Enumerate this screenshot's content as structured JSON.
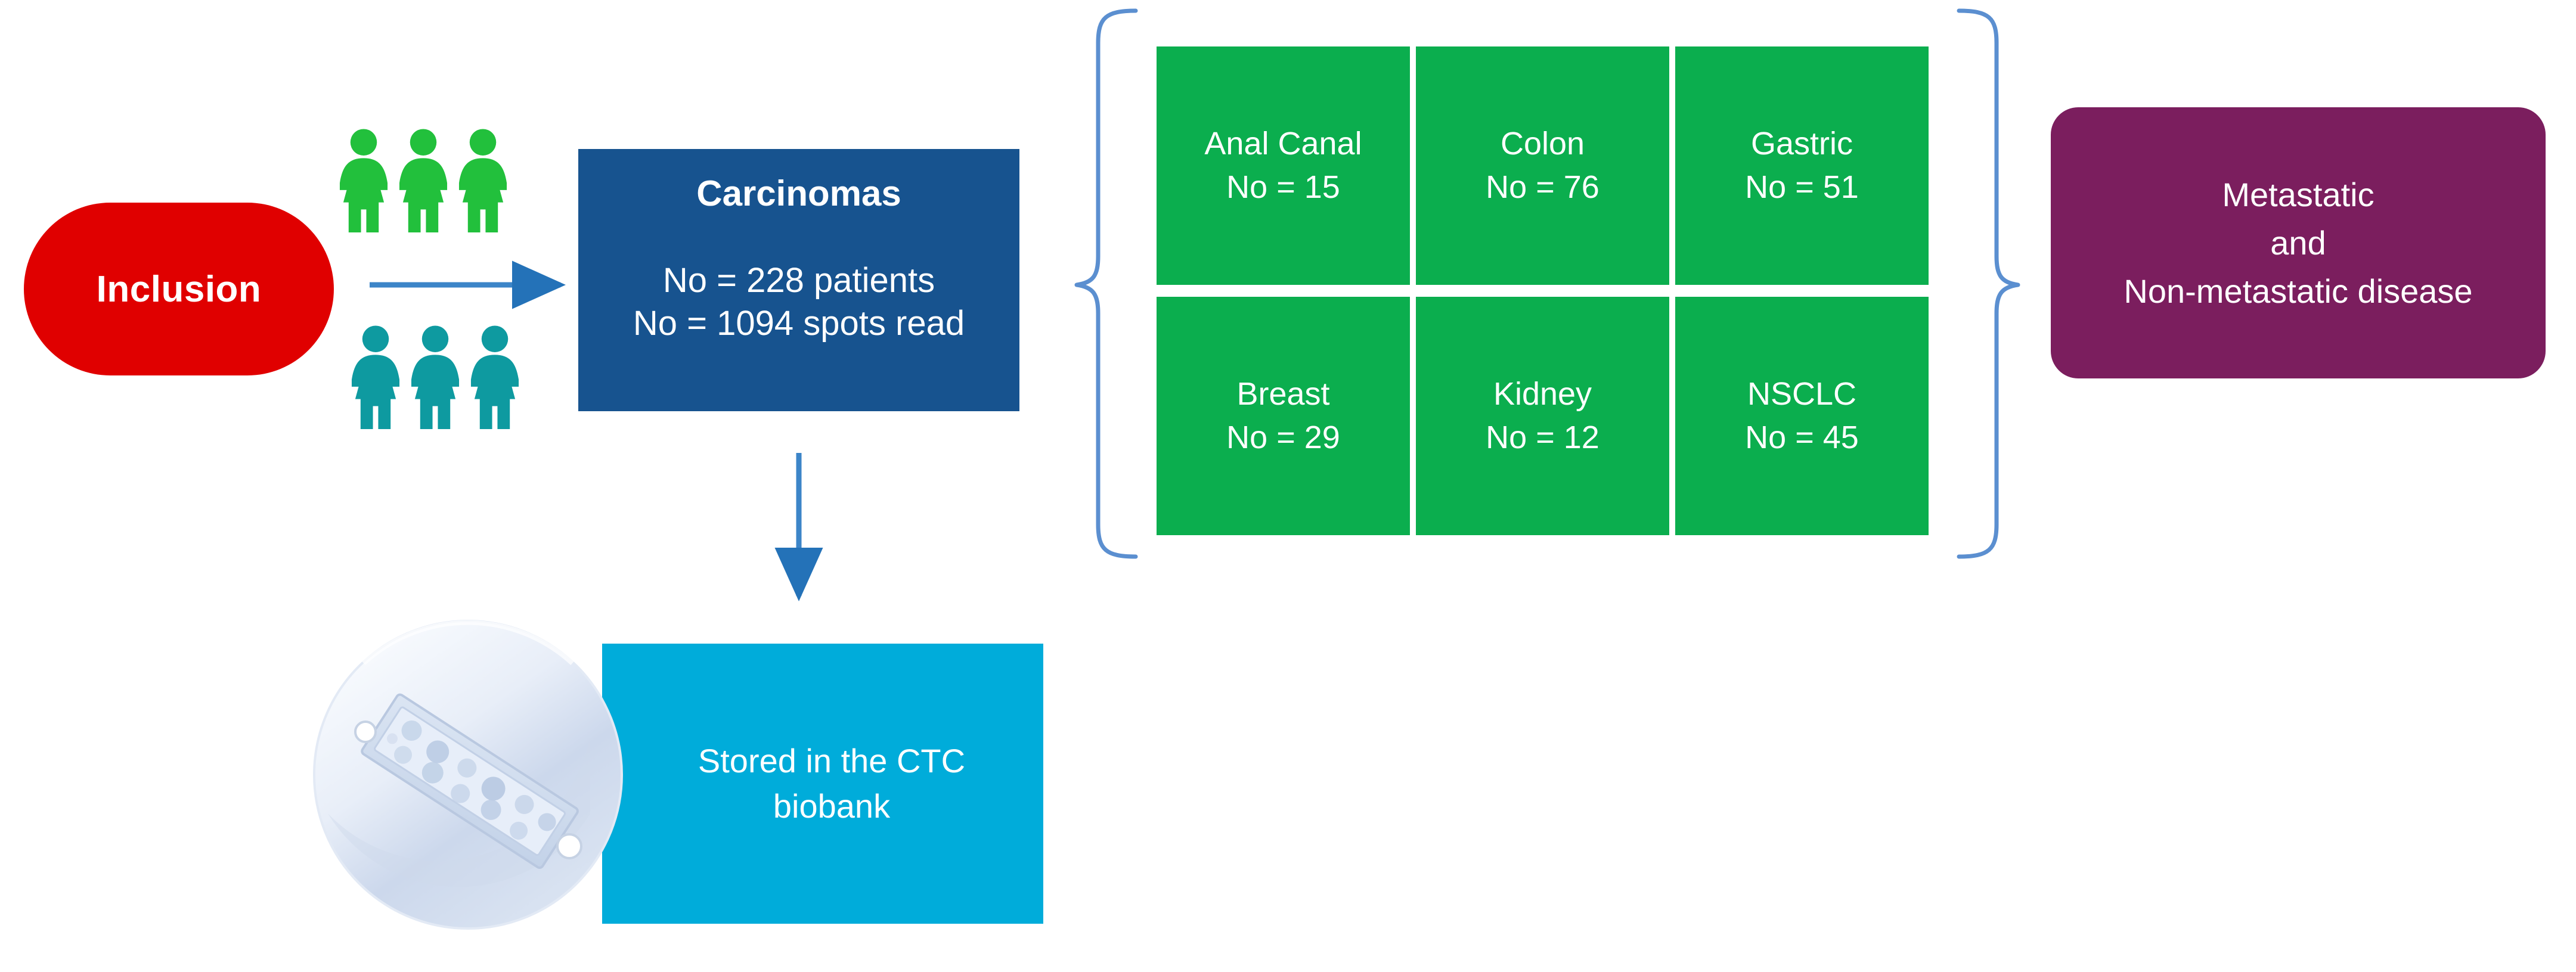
{
  "diagram": {
    "title": "Patient inclusion and carcinoma cohort flowchart",
    "colors": {
      "red": "#E00000",
      "blue": "#17538F",
      "green": "#0BAE4E",
      "purple": "#7B1E5E",
      "cyan": "#00ACDA",
      "arrow": "#2E75B6",
      "brace": "#4A7EBB",
      "people_green": "#22C03C",
      "people_teal": "#0E9AA0"
    }
  },
  "inclusion": {
    "label": "Inclusion"
  },
  "carcinomas": {
    "title": "Carcinomas",
    "patients_line": "No = 228 patients",
    "spots_line": "No = 1094 spots read"
  },
  "tumor_types": [
    {
      "name": "Anal Canal",
      "count": "No = 15"
    },
    {
      "name": "Colon",
      "count": "No = 76"
    },
    {
      "name": "Gastric",
      "count": "No = 51"
    },
    {
      "name": "Breast",
      "count": "No = 29"
    },
    {
      "name": "Kidney",
      "count": "No = 12"
    },
    {
      "name": "NSCLC",
      "count": "No = 45"
    }
  ],
  "metastatic": {
    "line1": "Metastatic",
    "line2": "and",
    "line3": "Non-metastatic disease"
  },
  "biobank": {
    "line1": "Stored in the CTC",
    "line2": "biobank"
  },
  "icons": {
    "people_green_count": 3,
    "people_teal_count": 3,
    "disc": "microfluidic-filtration-disc"
  }
}
